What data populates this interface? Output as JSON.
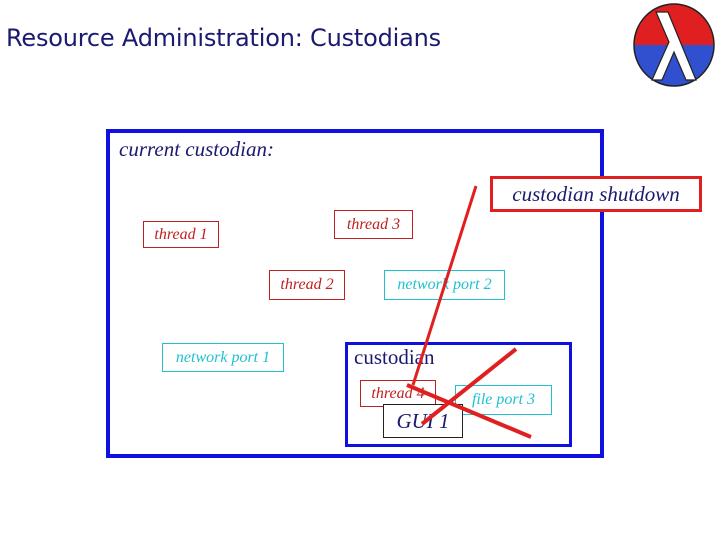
{
  "slide": {
    "title": "Resource Administration: Custodians"
  },
  "diagram": {
    "outer_label": "current custodian:",
    "shutdown_label": "custodian shutdown",
    "inner_label": "custodian",
    "resources": {
      "thread1": "thread 1",
      "thread2": "thread 2",
      "thread3": "thread 3",
      "thread4": "thread 4",
      "network_port1": "network port 1",
      "network_port2": "network port 2",
      "file_port3": "file port 3",
      "gui1": "GUI 1"
    }
  },
  "colors": {
    "custodian_border": "#1010e0",
    "thread": "#c02020",
    "port": "#20c0d0",
    "cross_out": "#e02020"
  },
  "logo": {
    "icon": "lambda-logo-icon"
  }
}
